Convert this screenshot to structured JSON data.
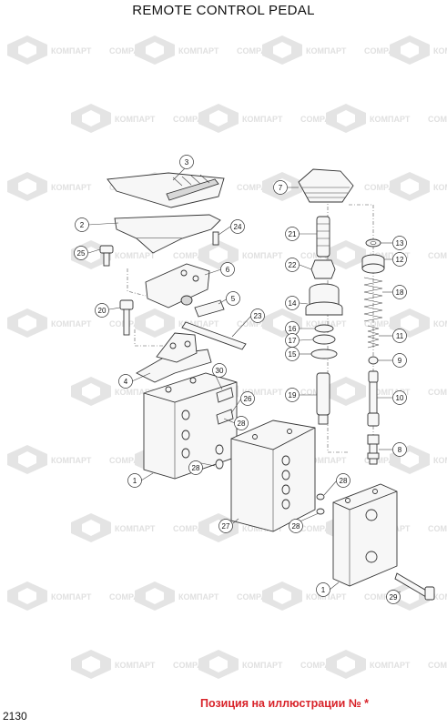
{
  "header": {
    "title": "REMOTE CONTROL PEDAL"
  },
  "footer": {
    "page_number": "2130",
    "position_note": "Позиция на иллюстрации № *"
  },
  "watermark": {
    "text_cyrillic": "КОМПАРТ",
    "text_latin": "COMPART",
    "color": "#e0e0e0"
  },
  "note_color": "#d8232a",
  "callouts": [
    {
      "id": "3",
      "label": "3"
    },
    {
      "id": "2",
      "label": "2"
    },
    {
      "id": "24",
      "label": "24"
    },
    {
      "id": "25",
      "label": "25"
    },
    {
      "id": "6",
      "label": "6"
    },
    {
      "id": "5",
      "label": "5"
    },
    {
      "id": "20",
      "label": "20"
    },
    {
      "id": "23",
      "label": "23"
    },
    {
      "id": "4",
      "label": "4"
    },
    {
      "id": "30",
      "label": "30"
    },
    {
      "id": "26",
      "label": "26"
    },
    {
      "id": "28a",
      "label": "28"
    },
    {
      "id": "1a",
      "label": "1"
    },
    {
      "id": "28b",
      "label": "28"
    },
    {
      "id": "27",
      "label": "27"
    },
    {
      "id": "28c",
      "label": "28"
    },
    {
      "id": "28d",
      "label": "28"
    },
    {
      "id": "1b",
      "label": "1"
    },
    {
      "id": "29",
      "label": "29"
    },
    {
      "id": "7",
      "label": "7"
    },
    {
      "id": "21",
      "label": "21"
    },
    {
      "id": "22",
      "label": "22"
    },
    {
      "id": "14",
      "label": "14"
    },
    {
      "id": "16",
      "label": "16"
    },
    {
      "id": "17",
      "label": "17"
    },
    {
      "id": "15",
      "label": "15"
    },
    {
      "id": "19",
      "label": "19"
    },
    {
      "id": "13",
      "label": "13"
    },
    {
      "id": "12",
      "label": "12"
    },
    {
      "id": "18",
      "label": "18"
    },
    {
      "id": "11",
      "label": "11"
    },
    {
      "id": "9",
      "label": "9"
    },
    {
      "id": "10",
      "label": "10"
    },
    {
      "id": "8",
      "label": "8"
    }
  ]
}
